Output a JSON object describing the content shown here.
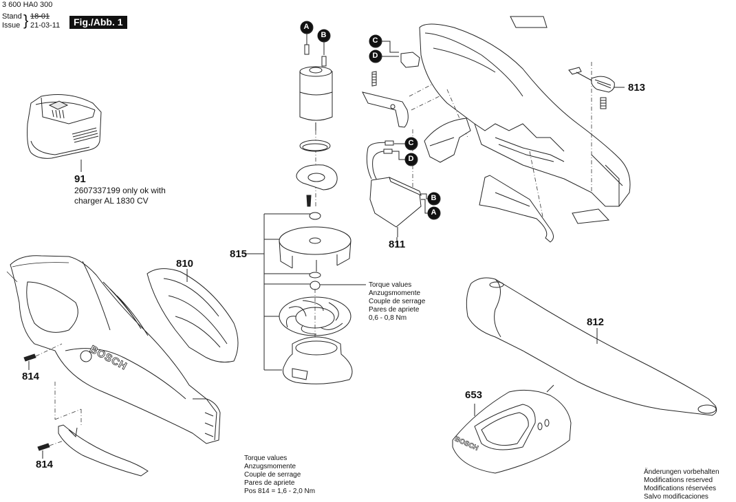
{
  "header": {
    "doc_number": "3 600 HA0 300",
    "stand_label": "Stand",
    "issue_label": "Issue",
    "old_date": "18-01",
    "issue_date": "21-03-11",
    "figure_label": "Fig./Abb. 1"
  },
  "parts": {
    "p91": {
      "number": "91",
      "caption_line1": "2607337199 only ok with",
      "caption_line2": "charger AL 1830 CV"
    },
    "p810": {
      "number": "810"
    },
    "p811": {
      "number": "811"
    },
    "p812": {
      "number": "812"
    },
    "p813": {
      "number": "813"
    },
    "p814a": {
      "number": "814"
    },
    "p814b": {
      "number": "814"
    },
    "p815": {
      "number": "815"
    },
    "p653": {
      "number": "653"
    }
  },
  "connectors": {
    "motor_a": "A",
    "motor_b": "B",
    "switch_c": "C",
    "switch_d": "D",
    "board_c": "C",
    "board_d": "D",
    "board_b": "B",
    "board_a": "A"
  },
  "torque_note_fan": {
    "lines": [
      "Torque values",
      "Anzugsmomente",
      "Couple de serrage",
      "Pares de apriete",
      "0,6 - 0,8 Nm"
    ]
  },
  "torque_note_814": {
    "lines": [
      "Torque values",
      "Anzugsmomente",
      "Couple de serrage",
      "Pares de apriete",
      "Pos 814 = 1,6 - 2,0 Nm"
    ]
  },
  "modifications_note": {
    "lines": [
      "Änderungen vorbehalten",
      "Modifications reserved",
      "Modifications réservées",
      "Salvo modificaciones"
    ]
  },
  "brand_marks": {
    "housing": "BOSCH",
    "charger": "BOSCH"
  }
}
